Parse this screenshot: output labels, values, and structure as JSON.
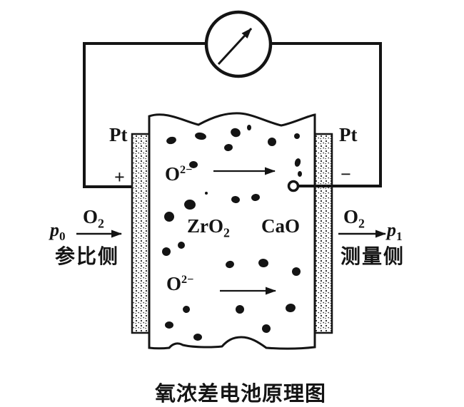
{
  "caption": "氧浓差电池原理图",
  "meter": {
    "type": "galvanometer"
  },
  "circuit": {
    "left_electrode": {
      "material": "Pt",
      "polarity": "+"
    },
    "right_electrode": {
      "material": "Pt",
      "polarity": "−"
    }
  },
  "electrolyte": {
    "left_compound": {
      "base": "ZrO",
      "sub": "2"
    },
    "right_compound": "CaO",
    "ion_top": {
      "base": "O",
      "sup": "2−"
    },
    "ion_bottom": {
      "base": "O",
      "sup": "2−"
    }
  },
  "reference_side": {
    "pressure": {
      "base": "p",
      "sub": "0"
    },
    "gas": {
      "base": "O",
      "sub": "2"
    },
    "label": "参比侧"
  },
  "measurement_side": {
    "pressure": {
      "base": "p",
      "sub": "1"
    },
    "gas": {
      "base": "O",
      "sub": "2"
    },
    "label": "测量侧"
  },
  "colors": {
    "ink": "#141414",
    "background": "#ffffff"
  },
  "speckles": [
    [
      240,
      197,
      7,
      5,
      -15
    ],
    [
      281,
      191,
      8,
      5,
      10
    ],
    [
      330,
      186,
      7,
      6,
      25
    ],
    [
      349,
      179,
      3,
      4,
      0
    ],
    [
      320,
      207,
      6,
      5,
      -10
    ],
    [
      381,
      199,
      6,
      6,
      0
    ],
    [
      416,
      191,
      4,
      4,
      0
    ],
    [
      271,
      231,
      6,
      5,
      0
    ],
    [
      417,
      228,
      4,
      6,
      15
    ],
    [
      420,
      244,
      3,
      4,
      0
    ],
    [
      289,
      271,
      2,
      2,
      0
    ],
    [
      266,
      287,
      8,
      7,
      5
    ],
    [
      237,
      304,
      7,
      7,
      -5
    ],
    [
      330,
      280,
      6,
      5,
      10
    ],
    [
      358,
      277,
      6,
      5,
      -10
    ],
    [
      254,
      344,
      5,
      5,
      0
    ],
    [
      233,
      353,
      6,
      6,
      10
    ],
    [
      322,
      371,
      6,
      5,
      -15
    ],
    [
      369,
      369,
      7,
      6,
      10
    ],
    [
      415,
      381,
      6,
      6,
      0
    ],
    [
      261,
      434,
      5,
      5,
      20
    ],
    [
      336,
      434,
      6,
      6,
      0
    ],
    [
      407,
      432,
      7,
      6,
      -10
    ],
    [
      237,
      456,
      6,
      5,
      0
    ],
    [
      277,
      473,
      6,
      5,
      0
    ],
    [
      373,
      461,
      6,
      6,
      15
    ]
  ]
}
